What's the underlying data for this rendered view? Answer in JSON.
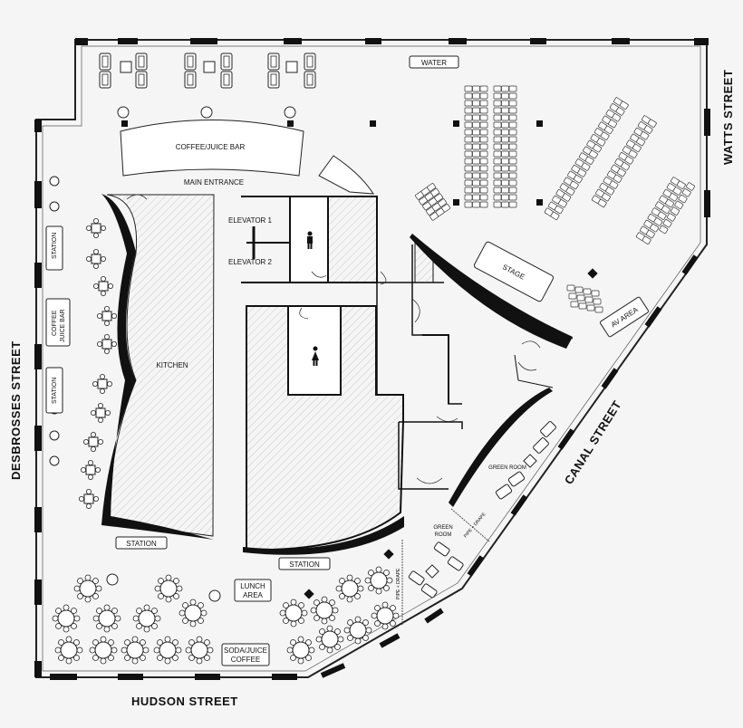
{
  "streets": {
    "watts": "WATTS STREET",
    "desbrosses": "DESBROSSES STREET",
    "canal": "CANAL STREET",
    "hudson": "HUDSON STREET"
  },
  "labels": {
    "water": "WATER",
    "coffee_juice_bar_top": "COFFEE/JUICE BAR",
    "main_entrance": "MAIN ENTRANCE",
    "elevator_1": "ELEVATOR 1",
    "elevator_2": "ELEVATOR 2",
    "kitchen": "KITCHEN",
    "stage": "STAGE",
    "av_area": "AV AREA",
    "station": "STATION",
    "coffee_juice_bar_side_line1": "COFFEE",
    "coffee_juice_bar_side_line2": "JUICE BAR",
    "green_room": "GREEN ROOM",
    "green_room_line1": "GREEN",
    "green_room_line2": "ROOM",
    "lunch_line1": "LUNCH",
    "lunch_line2": "AREA",
    "soda_line1": "SODA/JUICE",
    "soda_line2": "COFFEE",
    "pipe_drape": "PIPE + DRAPE"
  },
  "icons": {
    "mens_restroom": "mens-restroom-icon",
    "womens_restroom": "womens-restroom-icon"
  }
}
